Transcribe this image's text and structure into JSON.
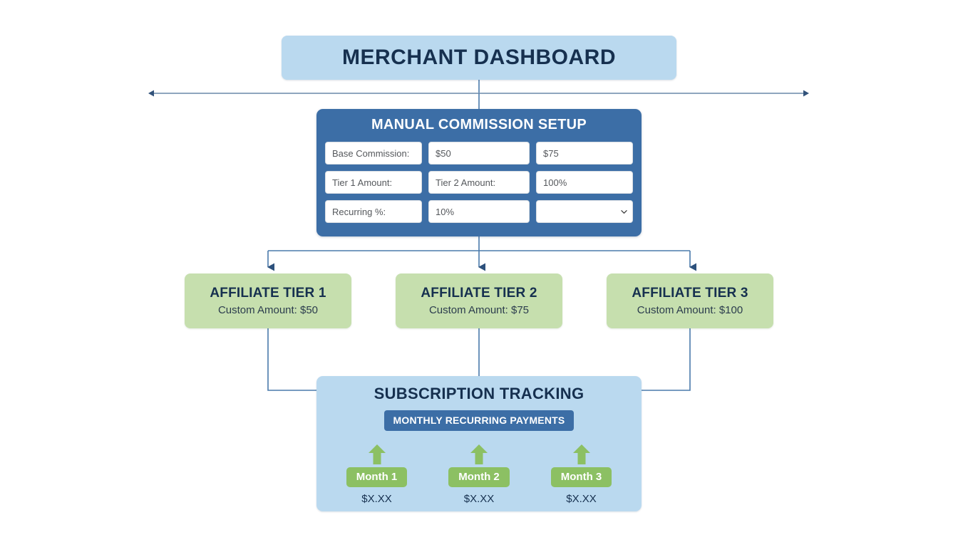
{
  "dashboard": {
    "title": "MERCHANT DASHBOARD"
  },
  "setup": {
    "title": "MANUAL COMMISSION SETUP",
    "fields": [
      {
        "text": "Base Commission:",
        "type": "text"
      },
      {
        "text": "$50",
        "type": "text"
      },
      {
        "text": "$75",
        "type": "text"
      },
      {
        "text": "Tier 1 Amount:",
        "type": "text"
      },
      {
        "text": "Tier 2 Amount:",
        "type": "text"
      },
      {
        "text": "100%",
        "type": "text"
      },
      {
        "text": "Recurring %:",
        "type": "text"
      },
      {
        "text": "10%",
        "type": "text"
      },
      {
        "text": "",
        "type": "select"
      }
    ]
  },
  "tiers": [
    {
      "title": "AFFILIATE TIER 1",
      "subtitle": "Custom Amount: $50"
    },
    {
      "title": "AFFILIATE TIER 2",
      "subtitle": "Custom Amount: $75"
    },
    {
      "title": "AFFILIATE TIER 3",
      "subtitle": "Custom Amount: $100"
    }
  ],
  "subscription": {
    "title": "SUBSCRIPTION TRACKING",
    "badge": "MONTHLY RECURRING PAYMENTS",
    "months": [
      {
        "label": "Month 1",
        "amount": "$X.XX"
      },
      {
        "label": "Month 2",
        "amount": "$X.XX"
      },
      {
        "label": "Month 3",
        "amount": "$X.XX"
      }
    ]
  },
  "colors": {
    "light_blue": "#bad9ef",
    "dark_blue": "#3c6ea6",
    "green_light": "#c6dfae",
    "green_mid": "#8cc063",
    "navy_text": "#16304f",
    "connector": "#3e6590",
    "background": "#ffffff"
  }
}
